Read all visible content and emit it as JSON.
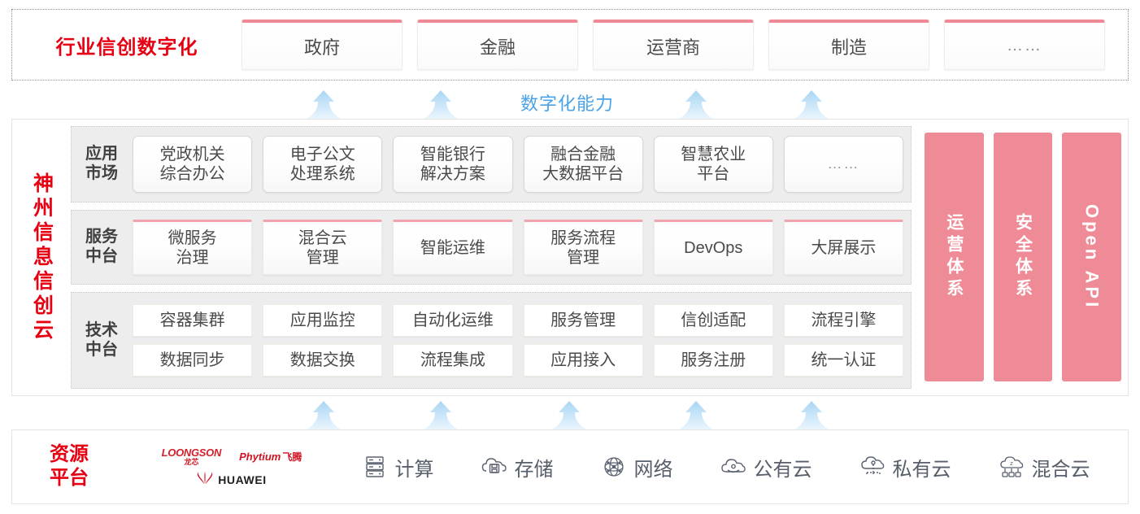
{
  "industry": {
    "title": "行业信创数字化",
    "cards": [
      {
        "label": "政府"
      },
      {
        "label": "金融"
      },
      {
        "label": "运营商"
      },
      {
        "label": "制造"
      },
      {
        "label": "……"
      }
    ]
  },
  "capability": {
    "label": "数字化能力",
    "color": "#4aa3e8",
    "arrow_color": "#bfe0f7"
  },
  "cloud": {
    "title": "神州信息信创云",
    "tiers": [
      {
        "key": "app-market",
        "label": "应用\n市场",
        "label_line1": "应用",
        "label_line2": "市场",
        "cards": [
          {
            "line1": "党政机关",
            "line2": "综合办公"
          },
          {
            "line1": "电子公文",
            "line2": "处理系统"
          },
          {
            "line1": "智能银行",
            "line2": "解决方案"
          },
          {
            "line1": "融合金融",
            "line2": "大数据平台"
          },
          {
            "line1": "智慧农业",
            "line2": "平台"
          },
          {
            "line1": "……",
            "line2": ""
          }
        ]
      },
      {
        "key": "service-middle",
        "label_line1": "服务",
        "label_line2": "中台",
        "cards": [
          {
            "line1": "微服务",
            "line2": "治理"
          },
          {
            "line1": "混合云",
            "line2": "管理"
          },
          {
            "line1": "智能运维",
            "line2": ""
          },
          {
            "line1": "服务流程",
            "line2": "管理"
          },
          {
            "line1": "DevOps",
            "line2": ""
          },
          {
            "line1": "大屏展示",
            "line2": ""
          }
        ]
      },
      {
        "key": "tech-middle",
        "label_line1": "技术",
        "label_line2": "中台",
        "row1": [
          "容器集群",
          "应用监控",
          "自动化运维",
          "服务管理",
          "信创适配",
          "流程引擎"
        ],
        "row2": [
          "数据同步",
          "数据交换",
          "流程集成",
          "应用接入",
          "服务注册",
          "统一认证"
        ]
      }
    ],
    "pillars": [
      {
        "label": "运营体系",
        "latin": false
      },
      {
        "label": "安全体系",
        "latin": false
      },
      {
        "label": "Open API",
        "latin": true
      }
    ],
    "pillar_color": "#ef8b96"
  },
  "resource": {
    "title_line1": "资源",
    "title_line2": "平台",
    "vendors": [
      {
        "name": "LOONGSON",
        "sub": "龙芯",
        "type": "loongson"
      },
      {
        "name": "Phytium",
        "sub": "飞腾",
        "type": "phytium"
      },
      {
        "name": "HUAWEI",
        "sub": "",
        "type": "huawei"
      }
    ],
    "items": [
      {
        "label": "计算",
        "icon": "server-icon"
      },
      {
        "label": "存储",
        "icon": "cloud-storage-icon"
      },
      {
        "label": "网络",
        "icon": "network-mesh-icon"
      },
      {
        "label": "公有云",
        "icon": "public-cloud-icon"
      },
      {
        "label": "私有云",
        "icon": "private-cloud-icon"
      },
      {
        "label": "混合云",
        "icon": "hybrid-cloud-icon"
      }
    ]
  }
}
